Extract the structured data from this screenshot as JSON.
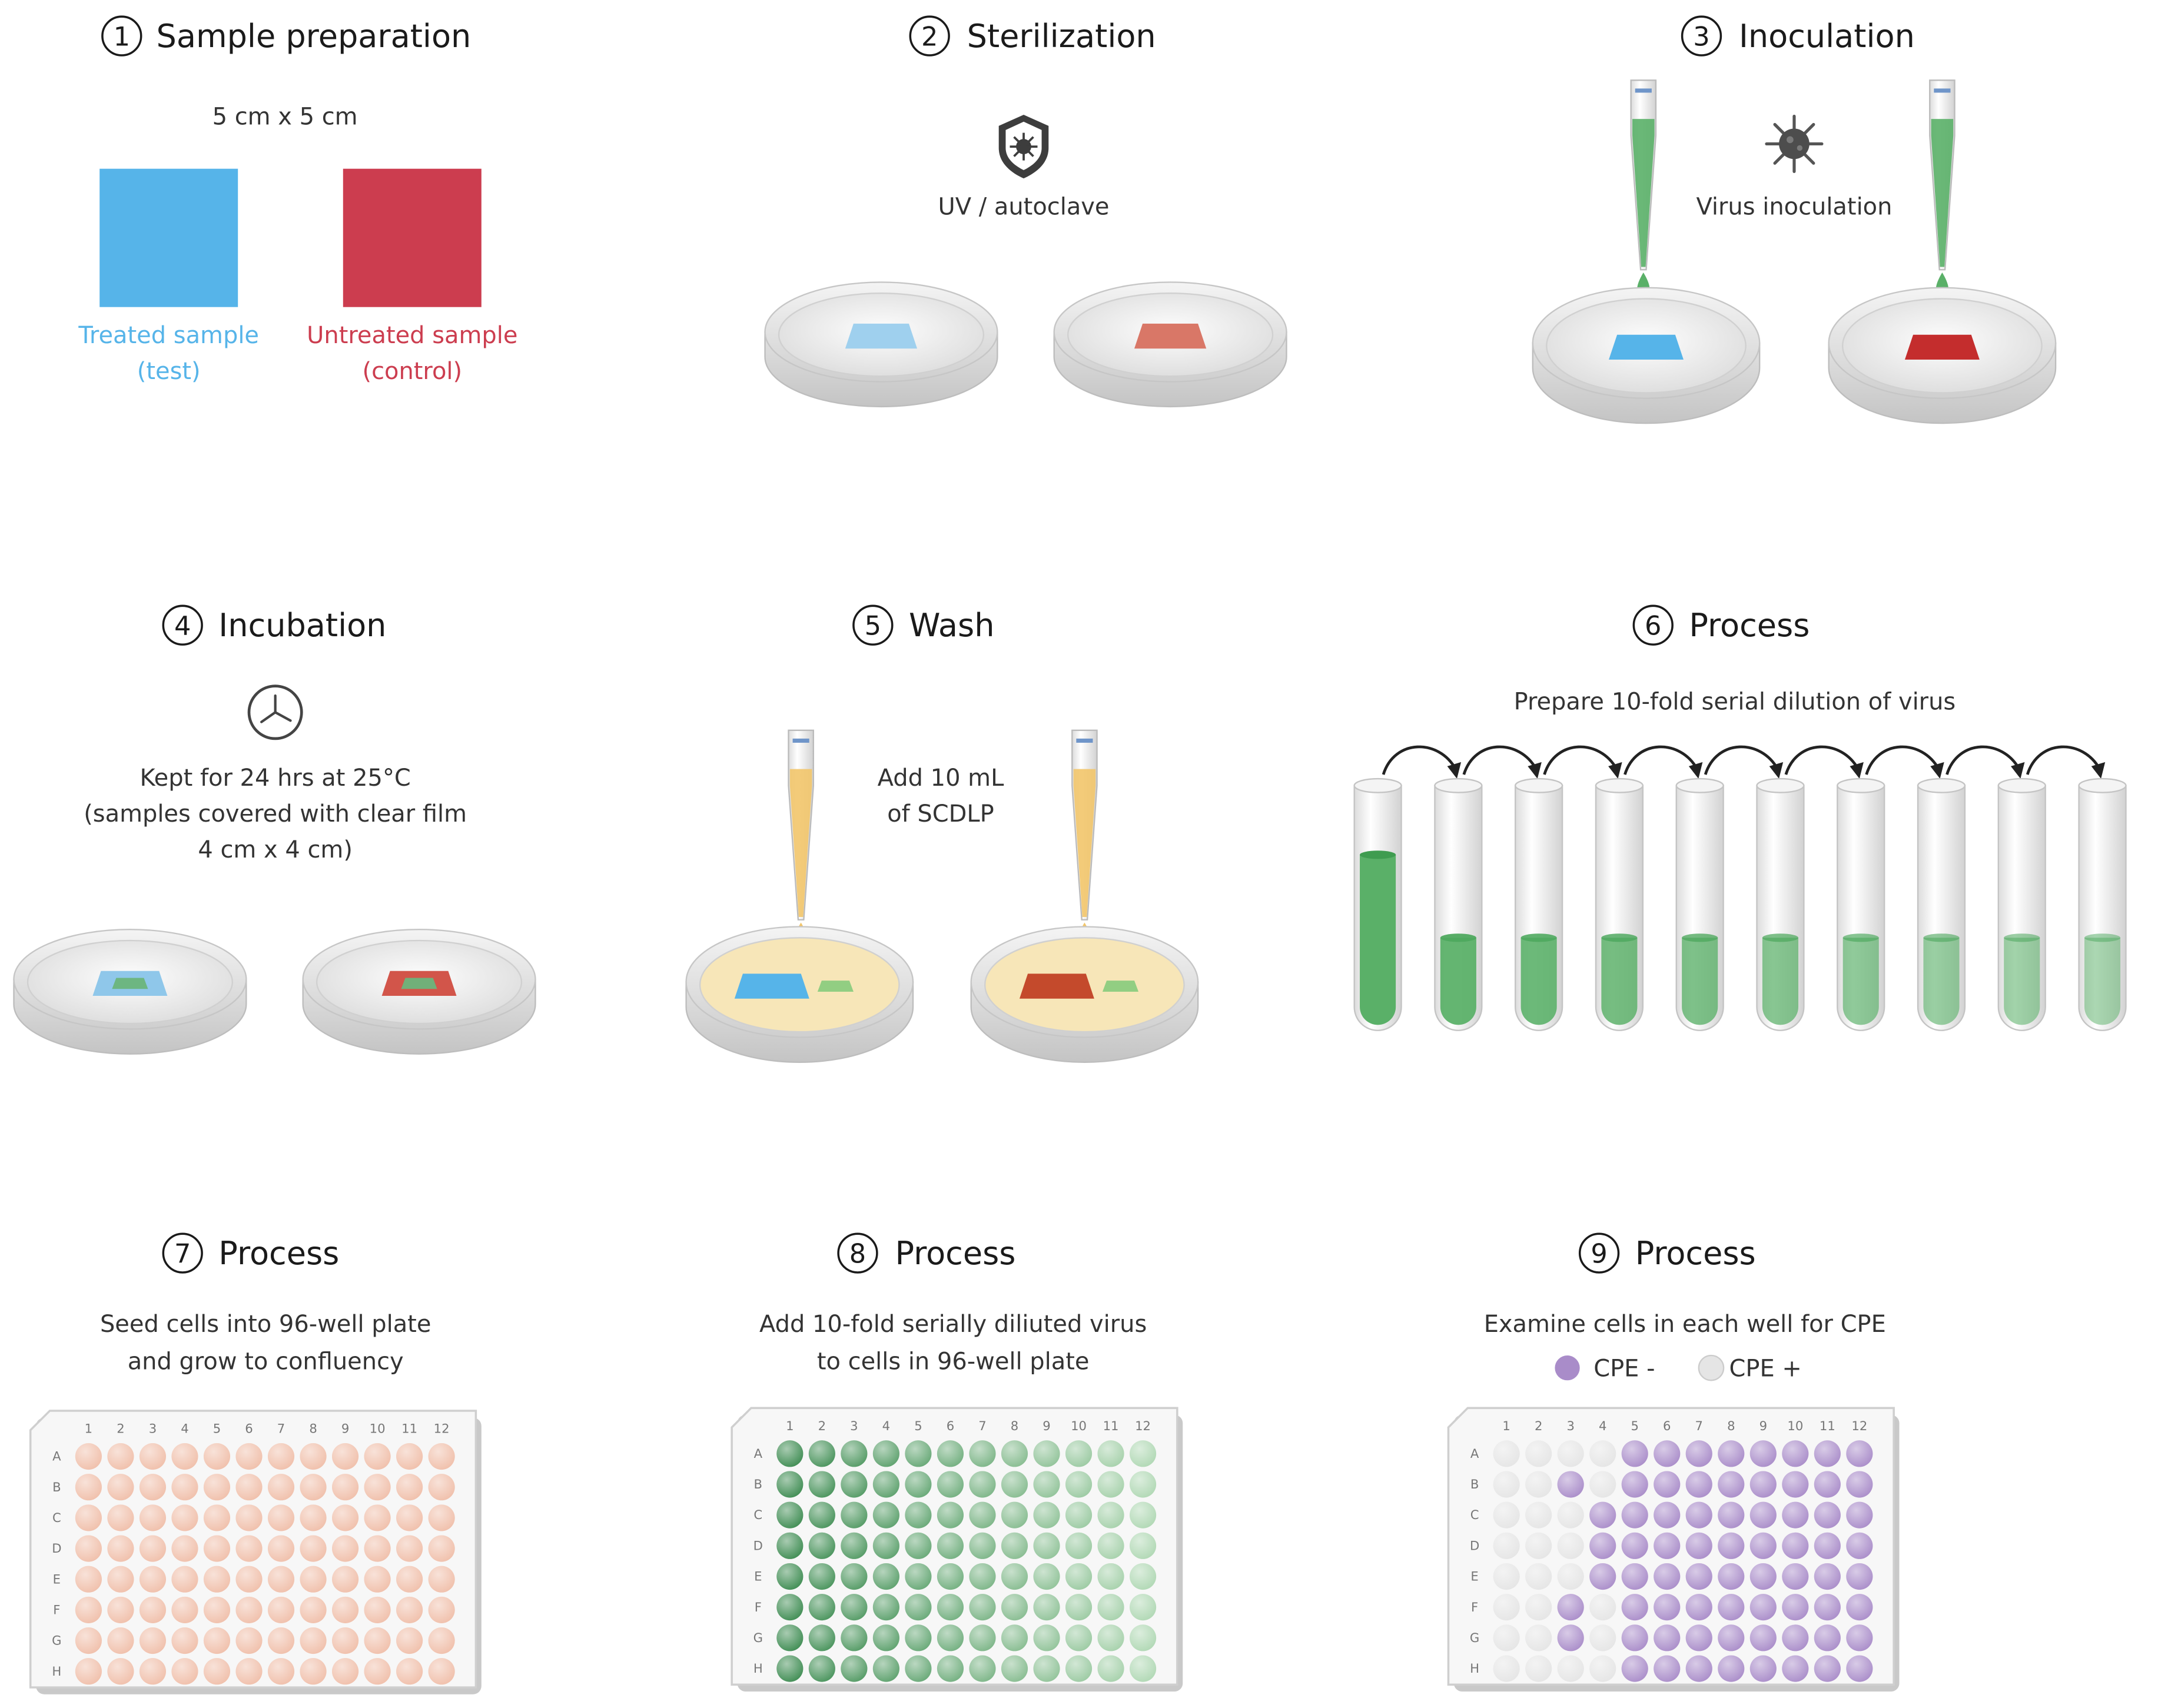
{
  "colors": {
    "treated": "#56b4e9",
    "untreated": "#cc3d4f",
    "virus_green": "#5ab068",
    "scdlp": "#f2c56a",
    "seed_wells": "#f0bfaa",
    "cpe_negative": "#a98cc9",
    "cpe_positive": "#e5e5e5"
  },
  "icons": [
    "shield-virus-icon",
    "virus-icon",
    "clock-icon",
    "arrow-icon",
    "pipette-icon",
    "petri-dish-icon",
    "test-tube-icon",
    "well-plate-icon"
  ],
  "steps": [
    {
      "num": "1",
      "title": "Sample preparation"
    },
    {
      "num": "2",
      "title": "Sterilization"
    },
    {
      "num": "3",
      "title": "Inoculation"
    },
    {
      "num": "4",
      "title": "Incubation"
    },
    {
      "num": "5",
      "title": "Wash"
    },
    {
      "num": "6",
      "title": "Process"
    },
    {
      "num": "7",
      "title": "Process"
    },
    {
      "num": "8",
      "title": "Process"
    },
    {
      "num": "9",
      "title": "Process"
    }
  ],
  "step1": {
    "size": "5 cm x 5 cm",
    "treated_line1": "Treated sample",
    "treated_line2": "(test)",
    "untreated_line1": "Untreated sample",
    "untreated_line2": "(control)"
  },
  "step2": {
    "caption": "UV / autoclave"
  },
  "step3": {
    "caption": "Virus inoculation"
  },
  "step4": {
    "line1": "Kept for 24 hrs at 25°C",
    "line2": "(samples covered with clear film",
    "line3": "4 cm x 4 cm)"
  },
  "step5": {
    "line1": "Add 10 mL",
    "line2": "of SCDLP"
  },
  "step6": {
    "caption": "Prepare 10-fold serial dilution of virus",
    "tube_count": 10
  },
  "step7": {
    "line1": "Seed cells into 96-well plate",
    "line2": "and grow to confluency"
  },
  "step8": {
    "line1": "Add 10-fold serially diliuted virus",
    "line2": "to cells in 96-well plate"
  },
  "step9": {
    "line1": "Examine cells in each well for CPE",
    "legend_neg": "CPE -",
    "legend_pos": "CPE +"
  },
  "plate": {
    "rows": [
      "A",
      "B",
      "C",
      "D",
      "E",
      "F",
      "G",
      "H"
    ],
    "cols": [
      "1",
      "2",
      "3",
      "4",
      "5",
      "6",
      "7",
      "8",
      "9",
      "10",
      "11",
      "12"
    ]
  },
  "cpe_plate_negative_wells": [
    "A5",
    "A6",
    "A7",
    "A8",
    "A9",
    "A10",
    "A11",
    "A12",
    "B3",
    "B5",
    "B6",
    "B7",
    "B8",
    "B9",
    "B10",
    "B11",
    "B12",
    "C4",
    "C5",
    "C6",
    "C7",
    "C8",
    "C9",
    "C10",
    "C11",
    "C12",
    "D4",
    "D5",
    "D6",
    "D7",
    "D8",
    "D9",
    "D10",
    "D11",
    "D12",
    "E4",
    "E5",
    "E6",
    "E7",
    "E8",
    "E9",
    "E10",
    "E11",
    "E12",
    "F3",
    "F5",
    "F6",
    "F7",
    "F8",
    "F9",
    "F10",
    "F11",
    "F12",
    "G3",
    "G5",
    "G6",
    "G7",
    "G8",
    "G9",
    "G10",
    "G11",
    "G12",
    "H5",
    "H6",
    "H7",
    "H8",
    "H9",
    "H10",
    "H11",
    "H12"
  ]
}
